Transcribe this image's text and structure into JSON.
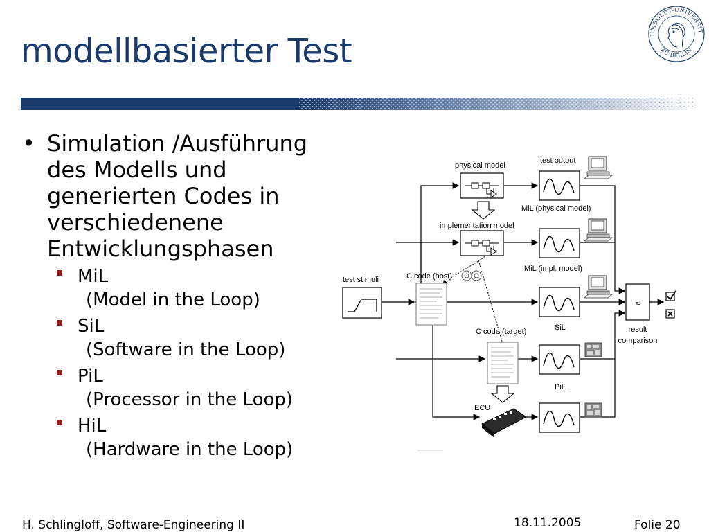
{
  "slide": {
    "title": "modellbasierter Test"
  },
  "bullets": {
    "main": "Simulation /Ausführung des Modells und generierten Codes in verschiedenene Entwicklungsphasen",
    "items": [
      {
        "label": "MiL",
        "detail": "(Model in the Loop)"
      },
      {
        "label": "SiL",
        "detail": "(Software in the Loop)"
      },
      {
        "label": "PiL",
        "detail": "(Processor in the Loop)"
      },
      {
        "label": "HiL",
        "detail": "(Hardware in the Loop)"
      }
    ]
  },
  "diagram": {
    "test_output": "test output",
    "physical_model": "physical model",
    "mil_physical": "MiL (physical model)",
    "implementation_model": "implementation model",
    "mil_impl": "MiL (impl. model)",
    "test_stimuli": "test stimuli",
    "c_code_host": "C code (host)",
    "c_code_target": "C code (target)",
    "sil": "SiL",
    "pil": "PiL",
    "ecu": "ECU",
    "approx": "≈",
    "result": "result",
    "comparison": "comparison"
  },
  "logo": {
    "ring_top": "HUMBOLDT-UNIVERSITÄT",
    "ring_bottom": "ZU BERLIN"
  },
  "footer": {
    "author": "H. Schlingloff, Software-Engineering II",
    "date": "18.11.2005",
    "slide_number": "Folie 20"
  },
  "colors": {
    "title": "#1a3a6b",
    "band": "#1a3a6b",
    "sub_bullet": "#8b1a1a"
  }
}
